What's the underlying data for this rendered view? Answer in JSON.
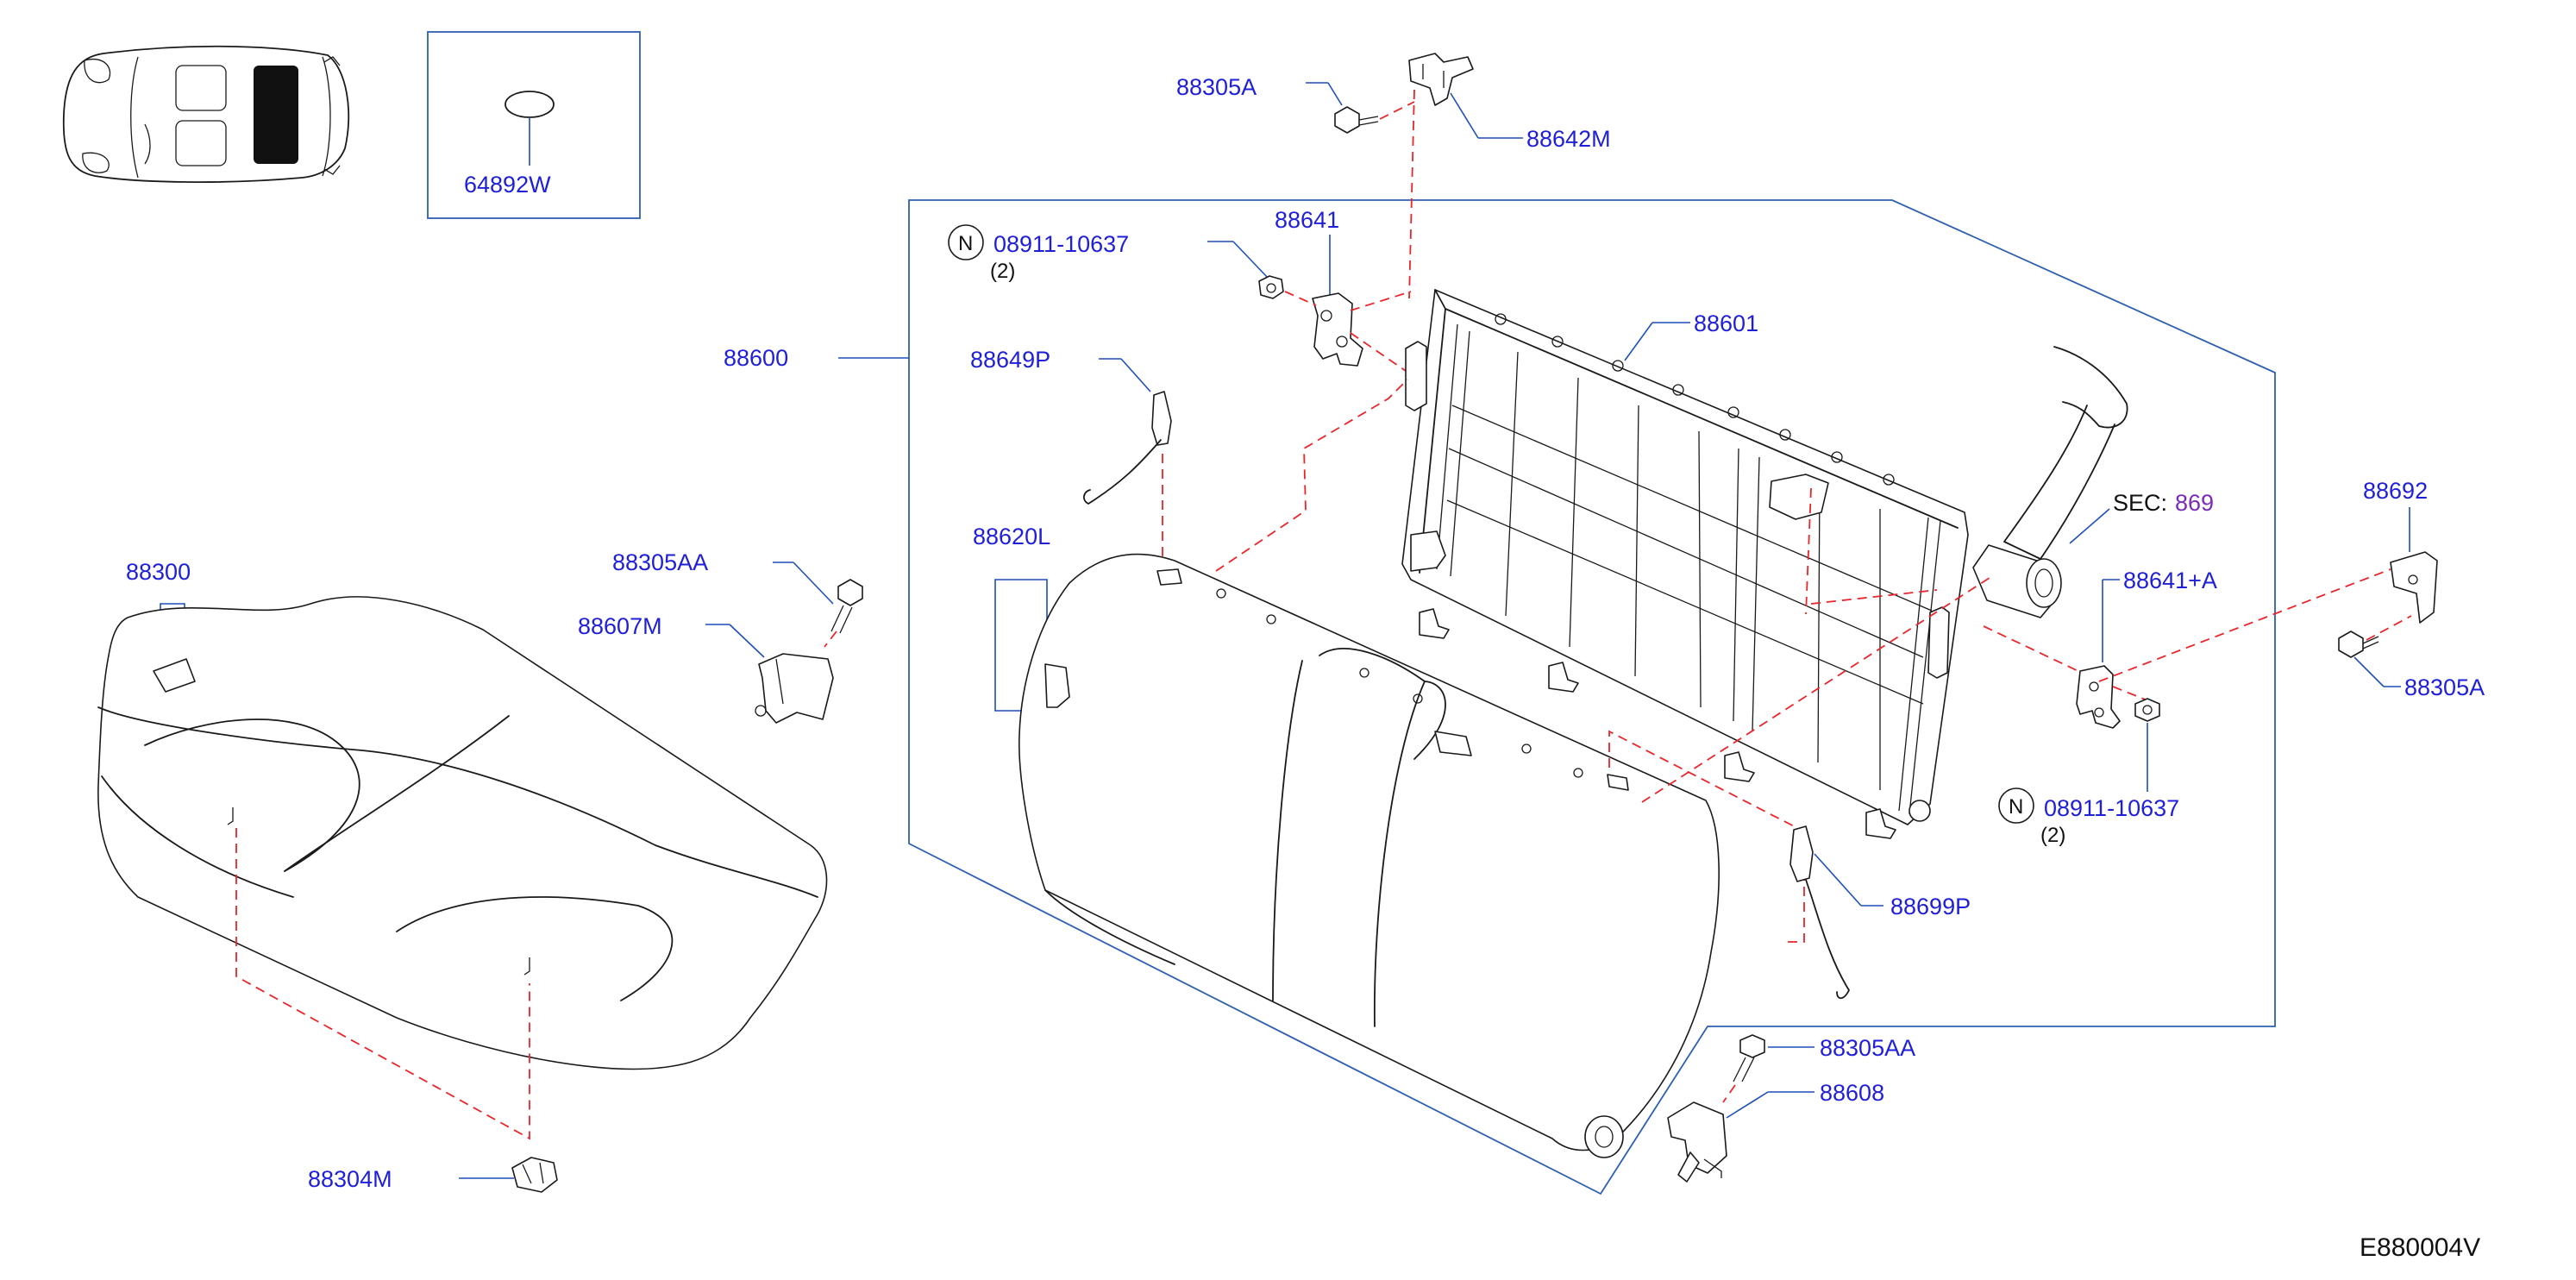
{
  "labels": {
    "p64892w": "64892W",
    "p88305a_top": "88305A",
    "p88642m": "88642M",
    "p08911_left": "08911-10637",
    "p08911_left_qty": "(2)",
    "p88641": "88641",
    "p88600": "88600",
    "p88601": "88601",
    "p88649p": "88649P",
    "p88620l": "88620L",
    "p88300": "88300",
    "p88305aa_left": "88305AA",
    "p88607m": "88607M",
    "p88692": "88692",
    "p88641a": "88641+A",
    "p88305a_right": "88305A",
    "p08911_right": "08911-10637",
    "p08911_right_qty": "(2)",
    "p88699p": "88699P",
    "p88305aa_bottom": "88305AA",
    "p88608": "88608",
    "p88304m": "88304M",
    "sec_prefix": "SEC:",
    "sec_number": "869",
    "nut_symbol": "N",
    "diagram_code": "E880004V"
  },
  "colors": {
    "part_label": "#1f1fd8",
    "leader_line": "#1f4fb8",
    "group_frame": "#2e5fb0",
    "assembly_dash": "#e8262b",
    "sec_link": "#7a2bb8",
    "outline": "#1a1a1a"
  }
}
